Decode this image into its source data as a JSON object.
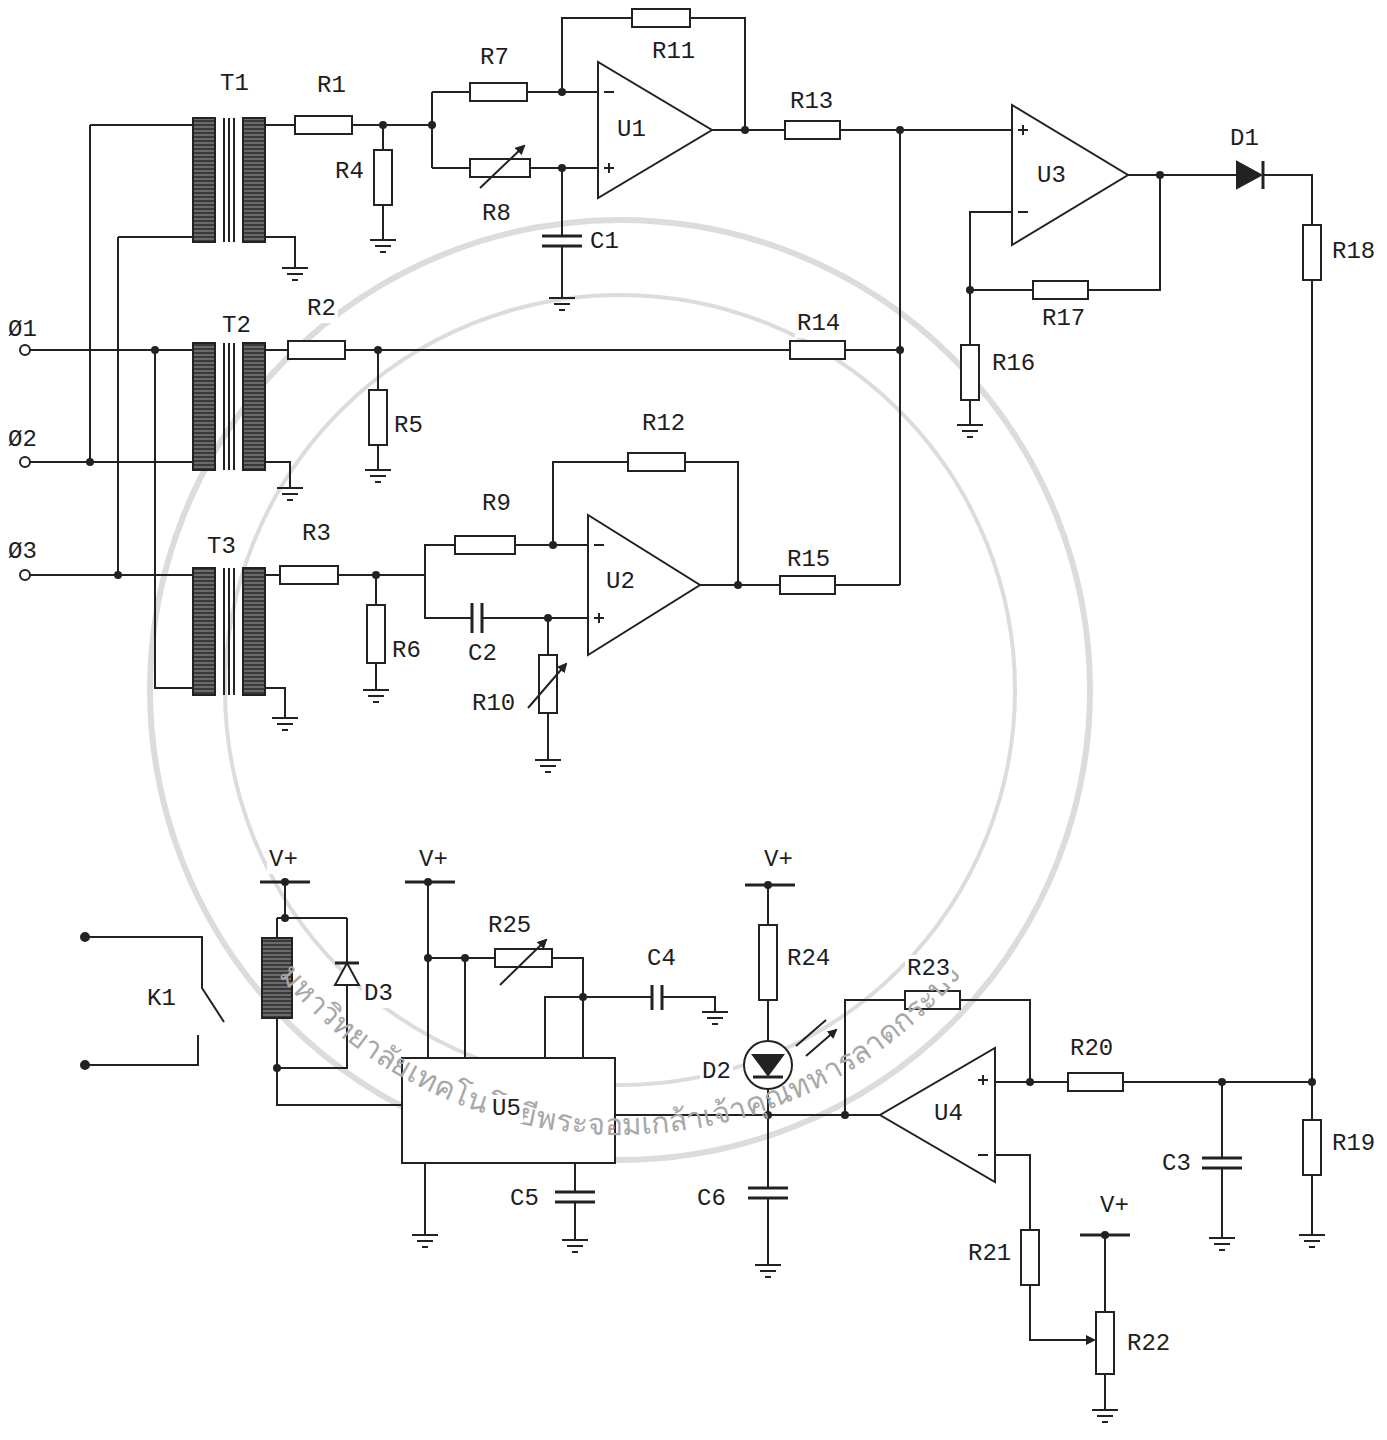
{
  "diagram": {
    "labels": [
      "T1",
      "R1",
      "R4",
      "R7",
      "R8",
      "R11",
      "U1",
      "C1",
      "R13",
      "U3",
      "D1",
      "R18",
      "R17",
      "R16",
      "Ø1",
      "T2",
      "R2",
      "R14",
      "R5",
      "Ø2",
      "Ø3",
      "T3",
      "R3",
      "R6",
      "R9",
      "R12",
      "U2",
      "C2",
      "R10",
      "R15",
      "V+",
      "V+",
      "V+",
      "K1",
      "D3",
      "R25",
      "C4",
      "R24",
      "D2",
      "R23",
      "R20",
      "U4",
      "U5",
      "C5",
      "C6",
      "C3",
      "R19",
      "R21",
      "V+",
      "R22",
      "มหาวิทยาลัยเทคโนโลยีพระจอมเกล้าเจ้าคุณทหารลาดกระบัง"
    ]
  }
}
